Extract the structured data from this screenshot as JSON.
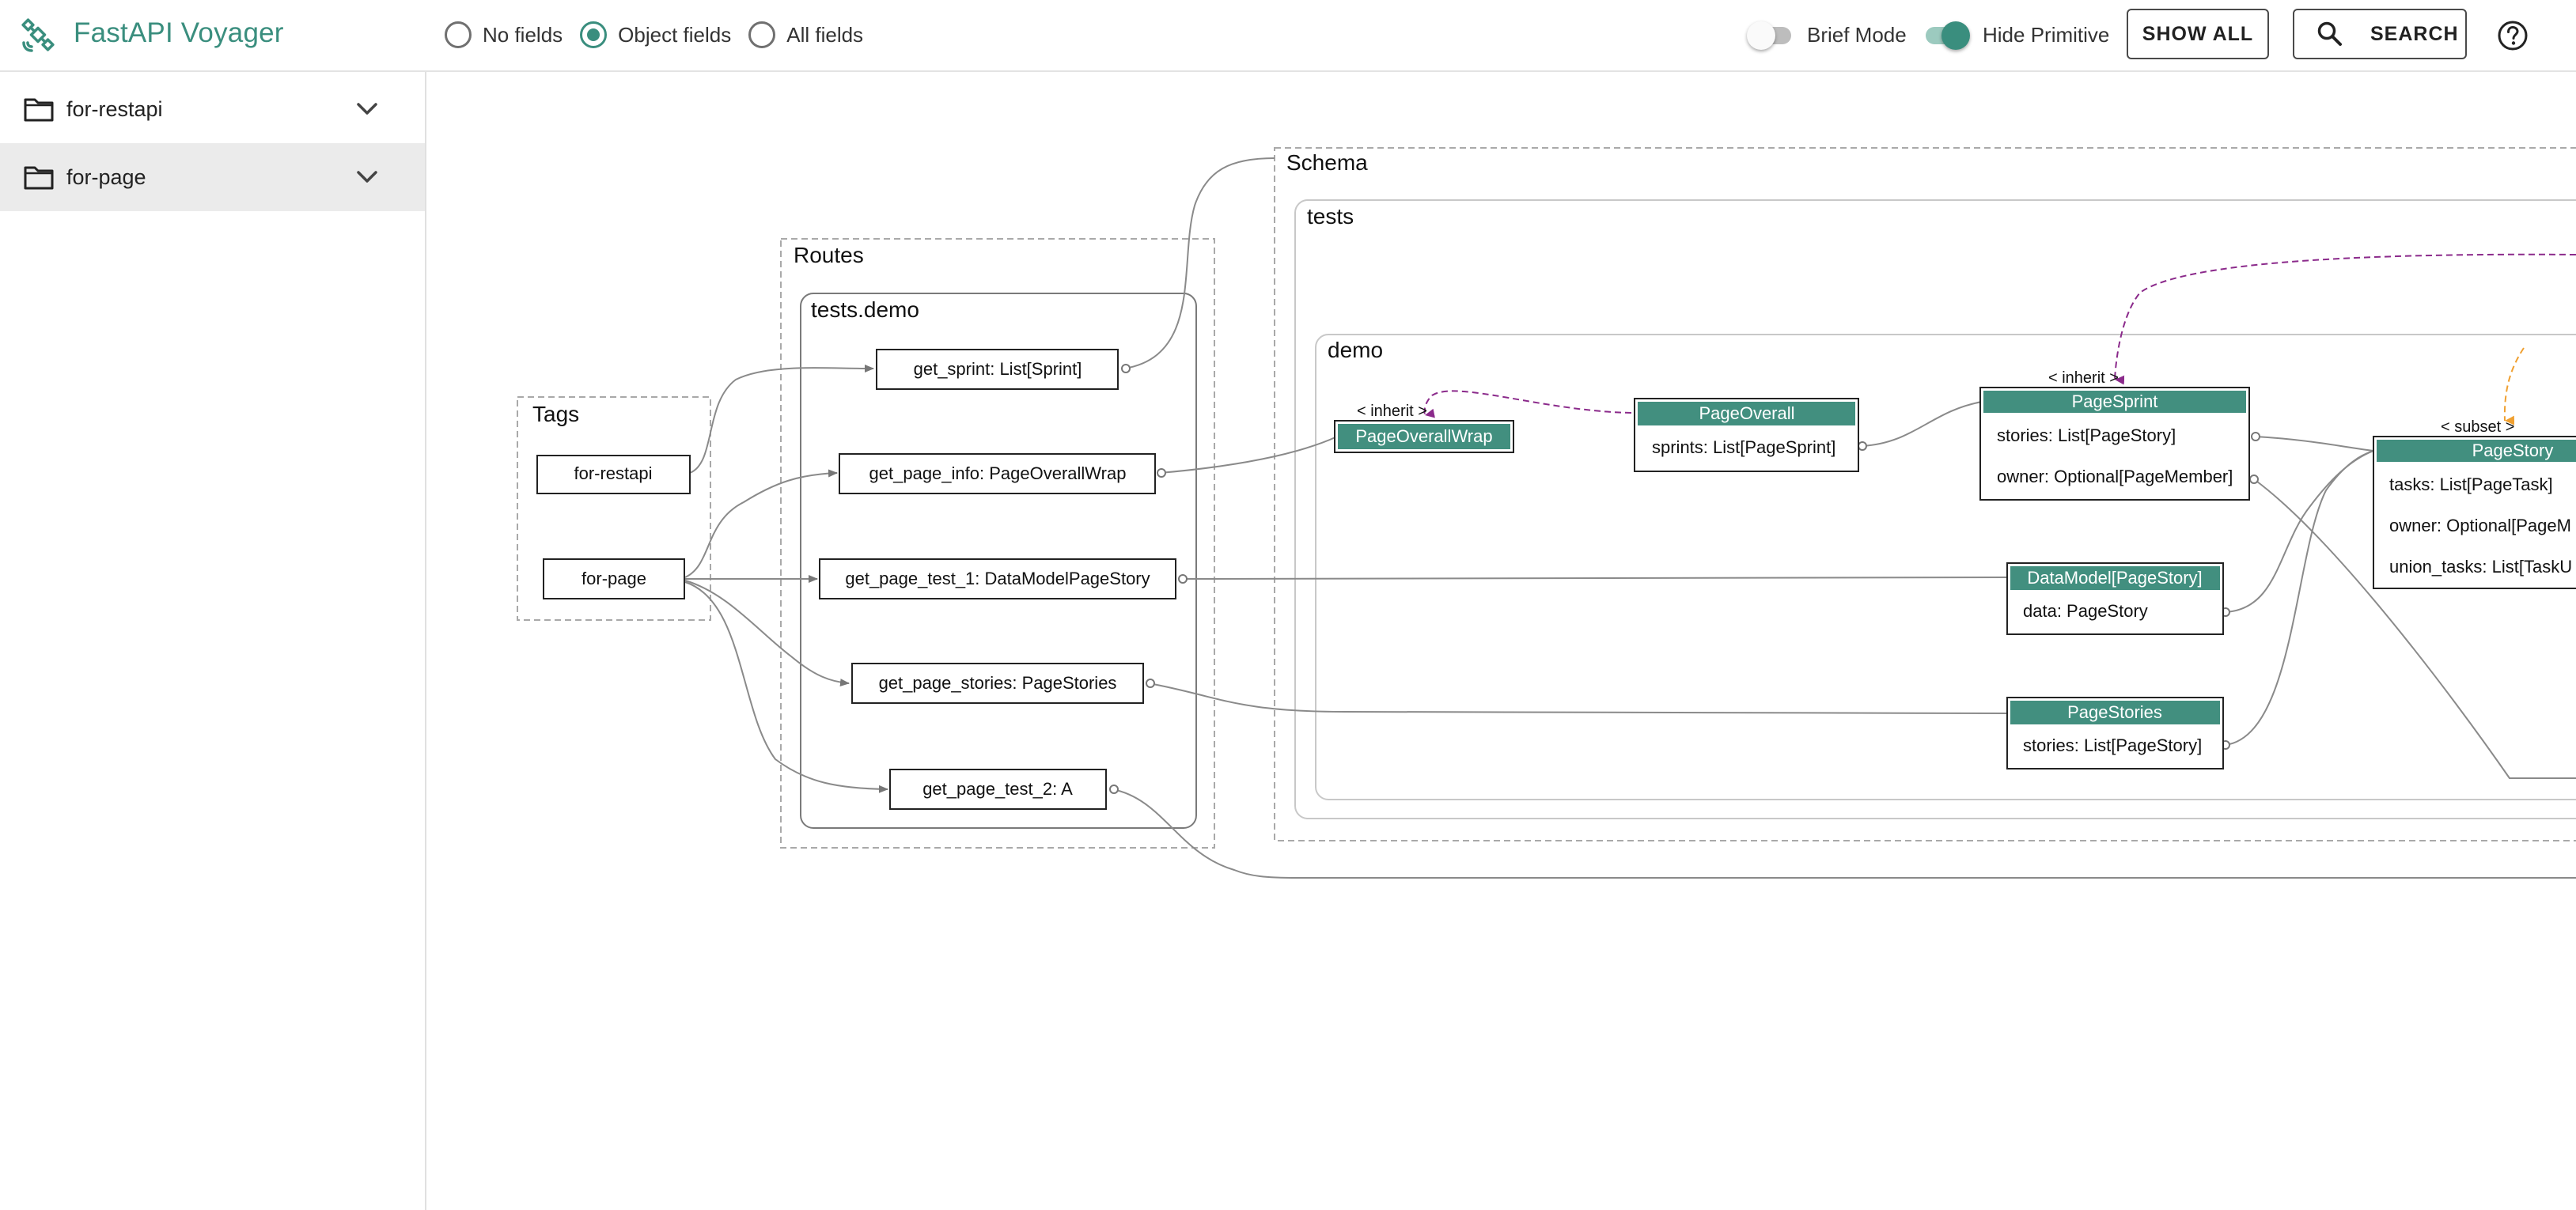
{
  "header": {
    "title": "FastAPI Voyager",
    "field_options": [
      {
        "label": "No fields",
        "checked": false
      },
      {
        "label": "Object fields",
        "checked": true
      },
      {
        "label": "All fields",
        "checked": false
      }
    ],
    "brief_mode": {
      "label": "Brief Mode",
      "on": false
    },
    "hide_primitive": {
      "label": "Hide Primitive",
      "on": true
    },
    "show_all_label": "SHOW ALL",
    "search_label": "SEARCH"
  },
  "sidebar": {
    "items": [
      {
        "label": "for-restapi",
        "selected": false
      },
      {
        "label": "for-page",
        "selected": true
      }
    ]
  },
  "graph": {
    "clusters": {
      "tags": "Tags",
      "routes": "Routes",
      "routes_module": "tests.demo",
      "schema": "Schema",
      "schema_module": "tests",
      "schema_submodule": "demo"
    },
    "tags": [
      "for-restapi",
      "for-page"
    ],
    "routes": [
      "get_sprint: List[Sprint]",
      "get_page_info: PageOverallWrap",
      "get_page_test_1: DataModelPageStory",
      "get_page_stories: PageStories",
      "get_page_test_2: A"
    ],
    "schemas": {
      "page_overall_wrap": {
        "title": "PageOverallWrap",
        "fields": []
      },
      "page_overall": {
        "title": "PageOverall",
        "fields": [
          "sprints: List[PageSprint]"
        ]
      },
      "page_sprint": {
        "title": "PageSprint",
        "fields": [
          "stories: List[PageStory]",
          "owner: Optional[PageMember]"
        ]
      },
      "data_model": {
        "title": "DataModel[PageStory]",
        "fields": [
          "data: PageStory"
        ]
      },
      "page_stories": {
        "title": "PageStories",
        "fields": [
          "stories: List[PageStory]"
        ]
      },
      "page_story": {
        "title": "PageStory",
        "fields": [
          "tasks: List[PageTask]",
          "owner: Optional[PageM",
          "union_tasks: List[TaskU"
        ]
      }
    },
    "edge_labels": {
      "inherit_1": "< inherit >",
      "inherit_2": "< inherit >",
      "subset": "< subset >"
    },
    "colors": {
      "node_header": "#428f7f",
      "inherit_edge": "#8b2a8b",
      "subset_edge": "#f0a030",
      "accent": "#3a8e7e"
    }
  }
}
